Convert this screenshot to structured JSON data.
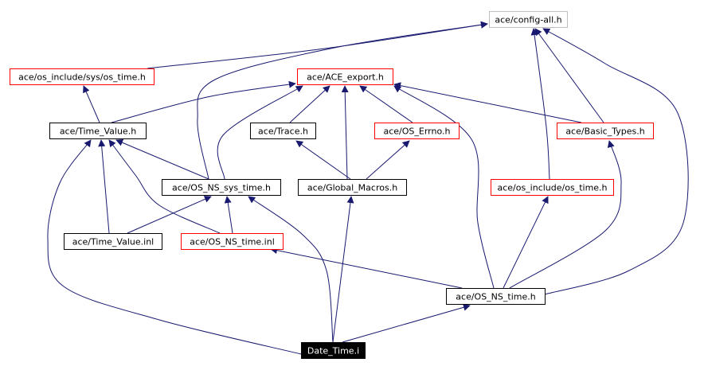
{
  "nodes": [
    {
      "id": "config_all",
      "label": "ace/config-all.h",
      "style": "gray"
    },
    {
      "id": "sys_os_time",
      "label": "ace/os_include/sys/os_time.h",
      "style": "red"
    },
    {
      "id": "ace_export",
      "label": "ace/ACE_export.h",
      "style": "red"
    },
    {
      "id": "time_value_h",
      "label": "ace/Time_Value.h",
      "style": "black"
    },
    {
      "id": "trace_h",
      "label": "ace/Trace.h",
      "style": "black"
    },
    {
      "id": "os_errno",
      "label": "ace/OS_Errno.h",
      "style": "red"
    },
    {
      "id": "basic_types",
      "label": "ace/Basic_Types.h",
      "style": "red"
    },
    {
      "id": "os_ns_sys_time",
      "label": "ace/OS_NS_sys_time.h",
      "style": "black"
    },
    {
      "id": "global_macros",
      "label": "ace/Global_Macros.h",
      "style": "black"
    },
    {
      "id": "os_include_os_time",
      "label": "ace/os_include/os_time.h",
      "style": "red"
    },
    {
      "id": "time_value_inl",
      "label": "ace/Time_Value.inl",
      "style": "black"
    },
    {
      "id": "os_ns_time_inl",
      "label": "ace/OS_NS_time.inl",
      "style": "red"
    },
    {
      "id": "os_ns_time_h",
      "label": "ace/OS_NS_time.h",
      "style": "black"
    },
    {
      "id": "date_time_i",
      "label": "Date_Time.i",
      "style": "filled"
    }
  ],
  "edges": [
    {
      "from": "sys_os_time",
      "to": "config_all"
    },
    {
      "from": "os_ns_sys_time",
      "to": "config_all"
    },
    {
      "from": "os_include_os_time",
      "to": "config_all"
    },
    {
      "from": "basic_types",
      "to": "config_all"
    },
    {
      "from": "os_ns_time_h",
      "to": "config_all"
    },
    {
      "from": "time_value_h",
      "to": "sys_os_time"
    },
    {
      "from": "time_value_h",
      "to": "ace_export"
    },
    {
      "from": "trace_h",
      "to": "ace_export"
    },
    {
      "from": "os_errno",
      "to": "ace_export"
    },
    {
      "from": "basic_types",
      "to": "ace_export"
    },
    {
      "from": "os_ns_sys_time",
      "to": "ace_export"
    },
    {
      "from": "global_macros",
      "to": "ace_export"
    },
    {
      "from": "os_ns_time_h",
      "to": "ace_export"
    },
    {
      "from": "global_macros",
      "to": "trace_h"
    },
    {
      "from": "global_macros",
      "to": "os_errno"
    },
    {
      "from": "os_ns_sys_time",
      "to": "time_value_h"
    },
    {
      "from": "time_value_inl",
      "to": "time_value_h"
    },
    {
      "from": "os_ns_time_inl",
      "to": "time_value_h"
    },
    {
      "from": "date_time_i",
      "to": "time_value_h"
    },
    {
      "from": "time_value_inl",
      "to": "os_ns_sys_time"
    },
    {
      "from": "os_ns_time_inl",
      "to": "os_ns_sys_time"
    },
    {
      "from": "date_time_i",
      "to": "os_ns_sys_time"
    },
    {
      "from": "os_ns_time_h",
      "to": "os_include_os_time"
    },
    {
      "from": "os_include_os_time",
      "to": "basic_types"
    },
    {
      "from": "os_ns_time_h",
      "to": "os_ns_time_inl"
    },
    {
      "from": "date_time_i",
      "to": "global_macros"
    },
    {
      "from": "date_time_i",
      "to": "os_ns_time_h"
    }
  ],
  "colors": {
    "edge": "#191970",
    "red_border": "#ff0000",
    "black_border": "#000000",
    "gray_border": "#bfbfbf",
    "filled_bg": "#000000",
    "filled_text": "#ffffff"
  }
}
